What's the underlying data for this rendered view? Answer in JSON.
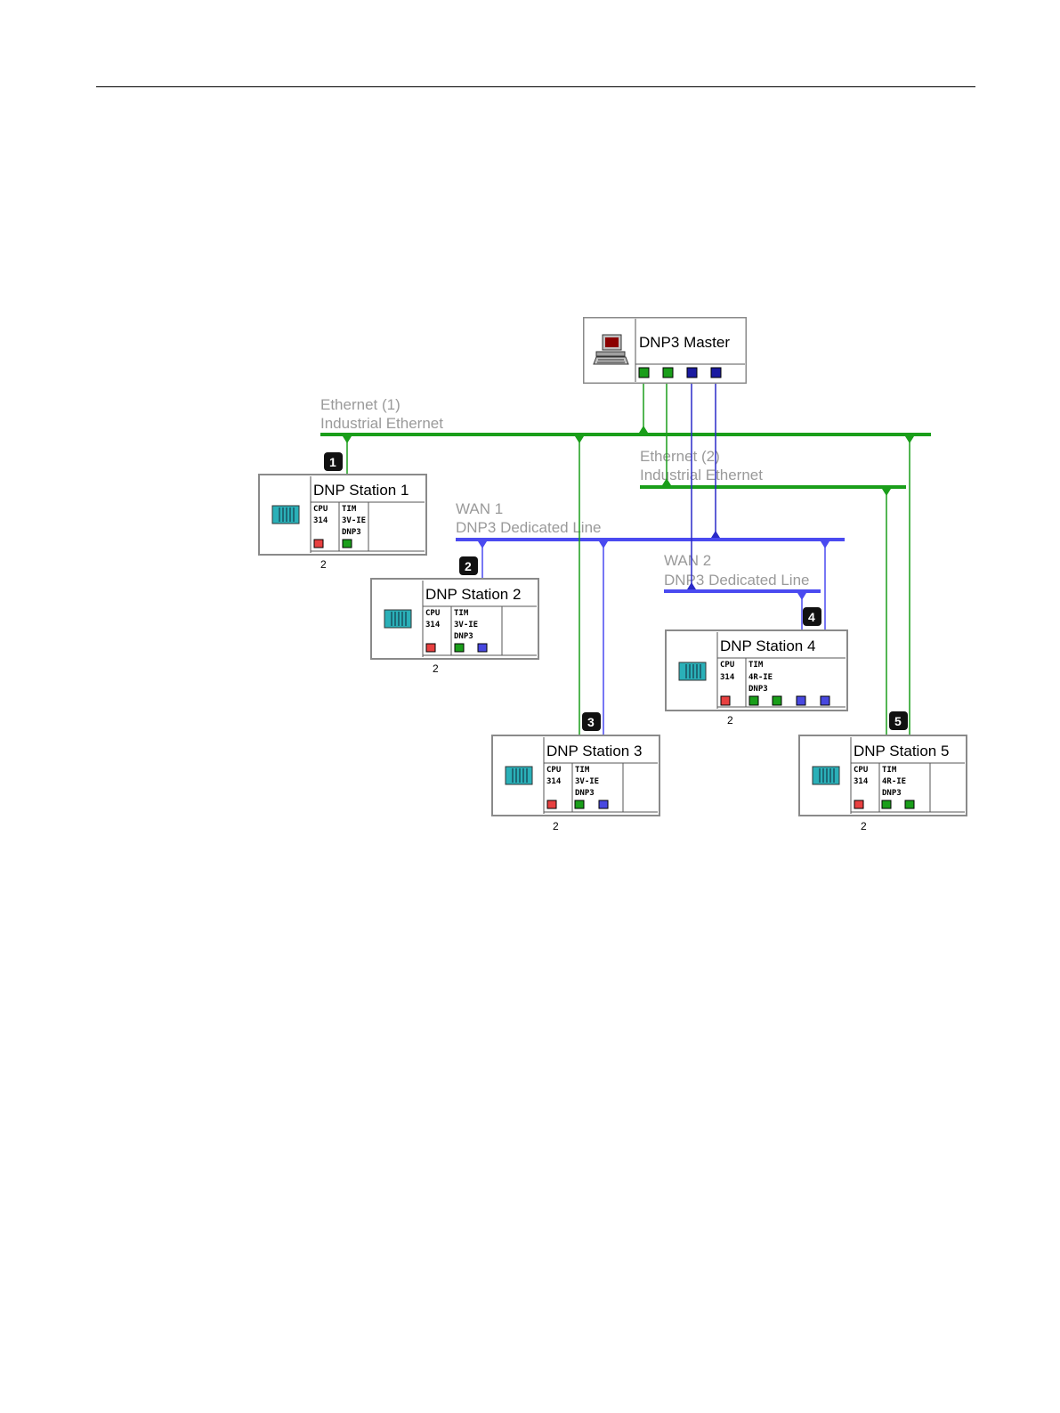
{
  "colors": {
    "ethernet": "#1a9e1a",
    "wan": "#4a4af0",
    "port_red": "#e84040",
    "port_green": "#1a9e1a",
    "port_blue": "#4848e0",
    "master_port_blue": "#1a1aa0",
    "rack_teal": "#2ab0b8"
  },
  "networks": {
    "eth1": {
      "name": "Ethernet (1)",
      "type": "Industrial Ethernet"
    },
    "eth2": {
      "name": "Ethernet (2)",
      "type": "Industrial Ethernet"
    },
    "wan1": {
      "name": "WAN 1",
      "type": "DNP3 Dedicated Line"
    },
    "wan2": {
      "name": "WAN 2",
      "type": "DNP3 Dedicated Line"
    }
  },
  "master": {
    "title": "DNP3 Master",
    "icon": "computer-icon"
  },
  "stations": [
    {
      "id": "s1",
      "title": "DNP Station 1",
      "marker": "1",
      "rack": "2",
      "cpu": [
        "CPU",
        "314"
      ],
      "tim": [
        "TIM",
        "3V-IE",
        "DNP3"
      ]
    },
    {
      "id": "s2",
      "title": "DNP Station 2",
      "marker": "2",
      "rack": "2",
      "cpu": [
        "CPU",
        "314"
      ],
      "tim": [
        "TIM",
        "3V-IE",
        "DNP3"
      ]
    },
    {
      "id": "s3",
      "title": "DNP Station 3",
      "marker": "3",
      "rack": "2",
      "cpu": [
        "CPU",
        "314"
      ],
      "tim": [
        "TIM",
        "3V-IE",
        "DNP3"
      ]
    },
    {
      "id": "s4",
      "title": "DNP Station 4",
      "marker": "4",
      "rack": "2",
      "cpu": [
        "CPU",
        "314"
      ],
      "tim": [
        "TIM",
        "4R-IE",
        "DNP3"
      ]
    },
    {
      "id": "s5",
      "title": "DNP Station 5",
      "marker": "5",
      "rack": "2",
      "cpu": [
        "CPU",
        "314"
      ],
      "tim": [
        "TIM",
        "4R-IE",
        "DNP3"
      ]
    }
  ]
}
